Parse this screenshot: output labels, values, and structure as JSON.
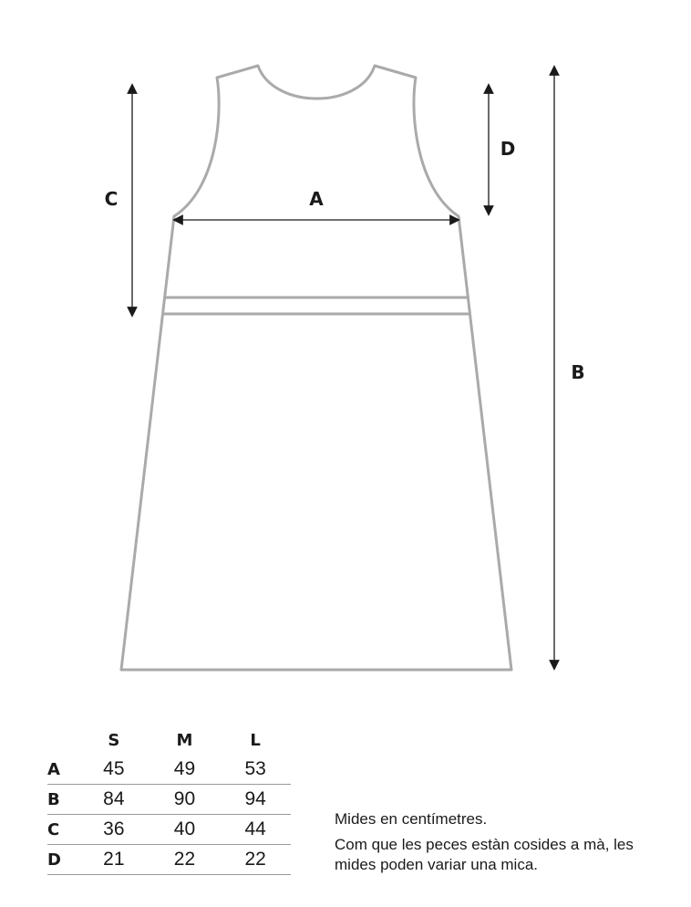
{
  "diagram": {
    "labels": {
      "A": "A",
      "B": "B",
      "C": "C",
      "D": "D"
    },
    "outline_color": "#aaaaaa",
    "arrow_color": "#1a1a1a"
  },
  "size_table": {
    "headers": [
      "",
      "S",
      "M",
      "L"
    ],
    "rows": [
      {
        "key": "A",
        "values": [
          "45",
          "49",
          "53"
        ]
      },
      {
        "key": "B",
        "values": [
          "84",
          "90",
          "94"
        ]
      },
      {
        "key": "C",
        "values": [
          "36",
          "40",
          "44"
        ]
      },
      {
        "key": "D",
        "values": [
          "21",
          "22",
          "22"
        ]
      }
    ]
  },
  "notes": {
    "units": "Mides en centímetres.",
    "disclaimer": "Com que les peces estàn cosides a mà, les mides poden variar una mica."
  }
}
